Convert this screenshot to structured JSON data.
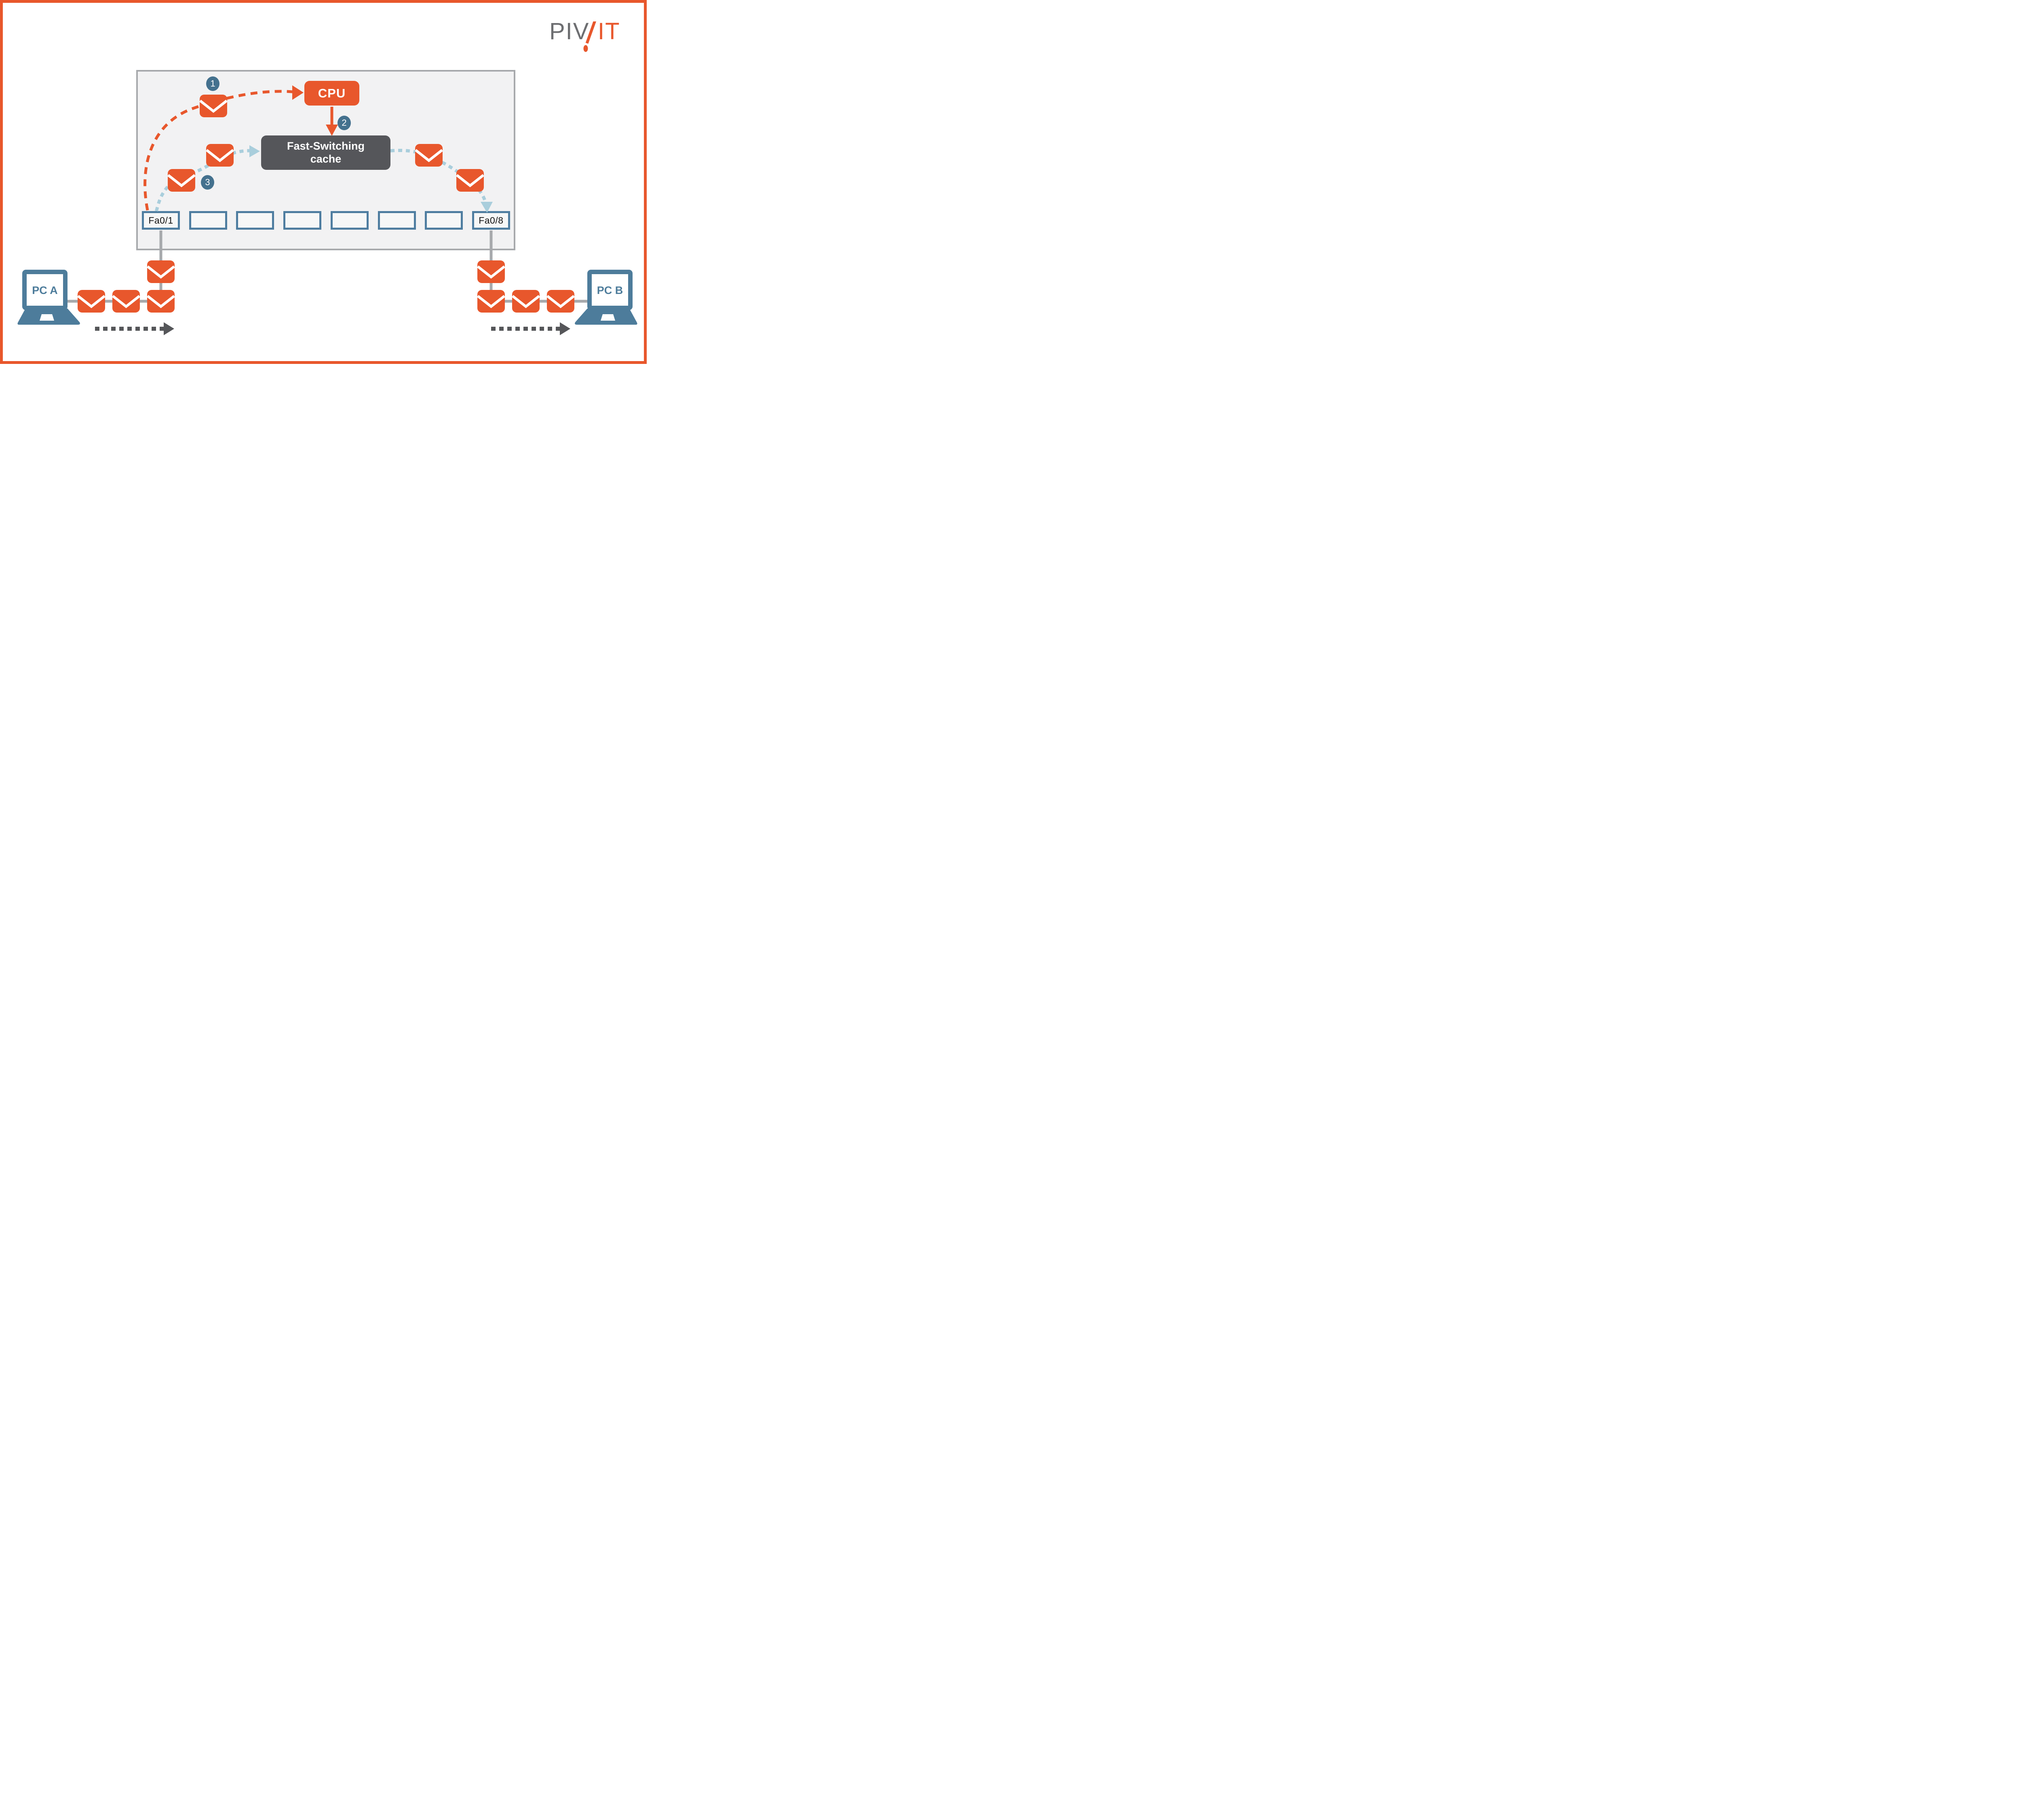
{
  "brand": {
    "logo_gray": "PIV",
    "logo_orange": "IT"
  },
  "switch": {
    "cpu_label": "CPU",
    "cache_label_line1": "Fast-Switching",
    "cache_label_line2": "cache",
    "ports": [
      "Fa0/1",
      "",
      "",
      "",
      "",
      "",
      "",
      "Fa0/8"
    ]
  },
  "steps": [
    {
      "label": "1"
    },
    {
      "label": "2"
    },
    {
      "label": "3"
    }
  ],
  "devices": {
    "pc_a": "PC A",
    "pc_b": "PC B"
  },
  "colors": {
    "accent_orange": "#E8572C",
    "step_badge_blue": "#44718E",
    "port_border_blue": "#4E7DA0",
    "laptop_blue": "#4D7C9B",
    "cache_dark_gray": "#55565A",
    "packet_path_light_blue": "#A9CEDC",
    "connector_gray": "#A7A9AC",
    "switch_background": "#F2F2F3",
    "logo_gray": "#6D6E71",
    "flow_arrow_dark_gray": "#555659"
  }
}
